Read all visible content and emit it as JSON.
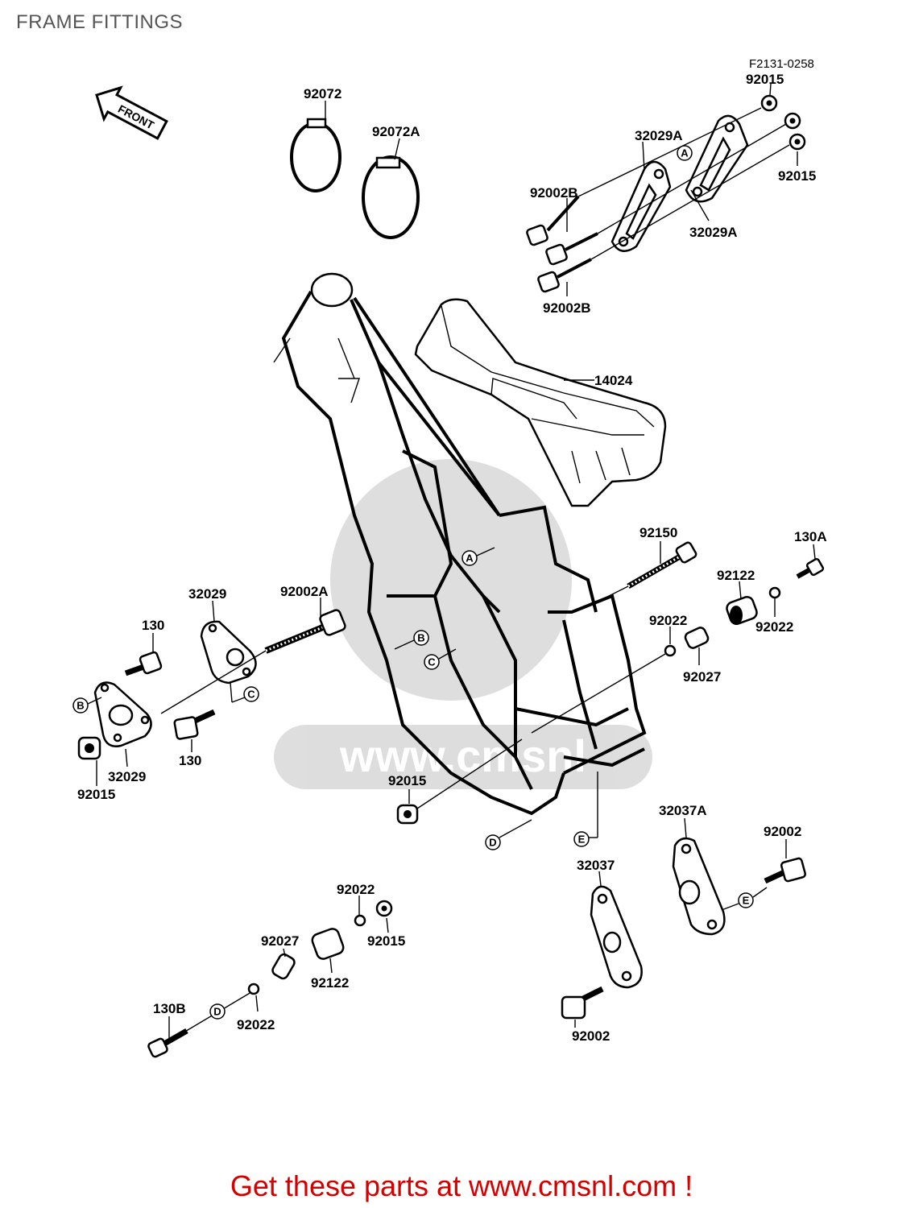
{
  "title": "FRAME FITTINGS",
  "reference_code": "F2131-0258",
  "front_arrow_label": "FRONT",
  "watermark": "www.cmsnl",
  "banner": "Get these parts at www.cmsnl.com !",
  "callout_letters": [
    "A",
    "B",
    "C",
    "D",
    "E"
  ],
  "part_labels": {
    "p92072": "92072",
    "p92072a": "92072A",
    "p92015_top": "92015",
    "p32029a_1": "32029A",
    "p92015_r": "92015",
    "p92002b_1": "92002B",
    "p32029a_2": "32029A",
    "p92002b_2": "92002B",
    "p14024": "14024",
    "p92150": "92150",
    "p130a": "130A",
    "p92122_r": "92122",
    "p92022_r1": "92022",
    "p92022_r2": "92022",
    "p92027_r": "92027",
    "p32029_top": "32029",
    "p92002a": "92002A",
    "p130_top": "130",
    "p130_bot": "130",
    "p32029_bot": "32029",
    "p92015_l": "92015",
    "p92015_mid": "92015",
    "p32037a": "32037A",
    "p92002_r": "92002",
    "p32037": "32037",
    "p92002_b": "92002",
    "p92022_b1": "92022",
    "p92015_b": "92015",
    "p92027_b": "92027",
    "p92122_b": "92122",
    "p130b": "130B",
    "p92022_b2": "92022"
  }
}
